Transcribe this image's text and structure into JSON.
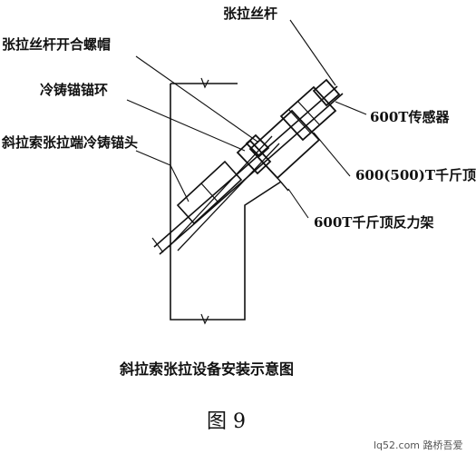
{
  "labels": {
    "tension_rod": "张拉丝杆",
    "split_nut": "张拉丝杆开合螺帽",
    "cold_cast_ring": "冷铸锚锚环",
    "cold_cast_head": "斜拉索张拉端冷铸锚头",
    "sensor": "600T传感器",
    "jack": "600(500)T千斤顶",
    "reaction_frame": "600T千斤顶反力架"
  },
  "caption": "斜拉索张拉设备安装示意图",
  "figure_number": "图 9",
  "watermark": "lq52.com 路桥吾爱"
}
